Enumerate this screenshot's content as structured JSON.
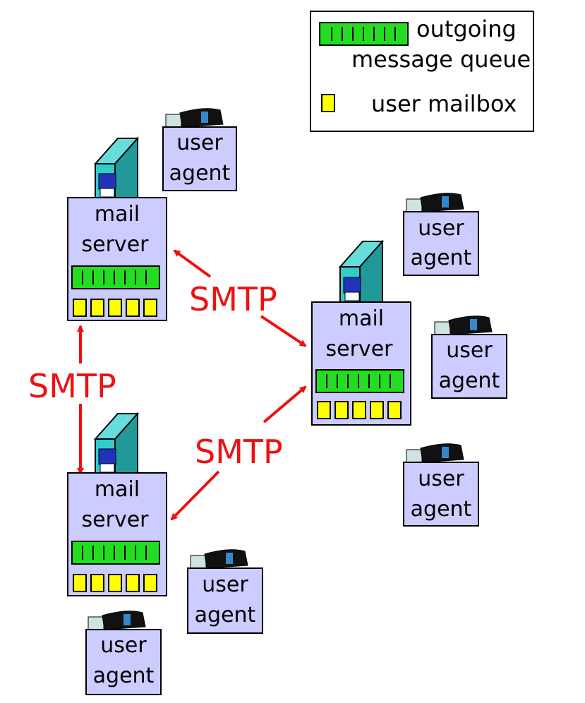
{
  "legend": {
    "queue_line1": "outgoing",
    "queue_line2": "message queue",
    "mailbox_label": "user mailbox"
  },
  "servers": [
    {
      "id": "s1",
      "line1": "mail",
      "line2": "server"
    },
    {
      "id": "s2",
      "line1": "mail",
      "line2": "server"
    },
    {
      "id": "s3",
      "line1": "mail",
      "line2": "server"
    }
  ],
  "agents": [
    {
      "line1": "user",
      "line2": "agent"
    },
    {
      "line1": "user",
      "line2": "agent"
    },
    {
      "line1": "user",
      "line2": "agent"
    },
    {
      "line1": "user",
      "line2": "agent"
    },
    {
      "line1": "user",
      "line2": "agent"
    },
    {
      "line1": "user",
      "line2": "agent"
    }
  ],
  "links": [
    {
      "label": "SMTP",
      "from": "s1",
      "to": "s2"
    },
    {
      "label": "SMTP",
      "from": "s1",
      "to": "s3"
    },
    {
      "label": "SMTP",
      "from": "s3",
      "to": "s2"
    }
  ],
  "colors": {
    "box_fill": "#ccccff",
    "queue_fill": "#22dd22",
    "mailbox_fill": "#ffff00",
    "tower_fill": "#33cccc",
    "drive_fill": "#2233bb",
    "arrow": "#ee1111",
    "monitor": "#111111"
  }
}
